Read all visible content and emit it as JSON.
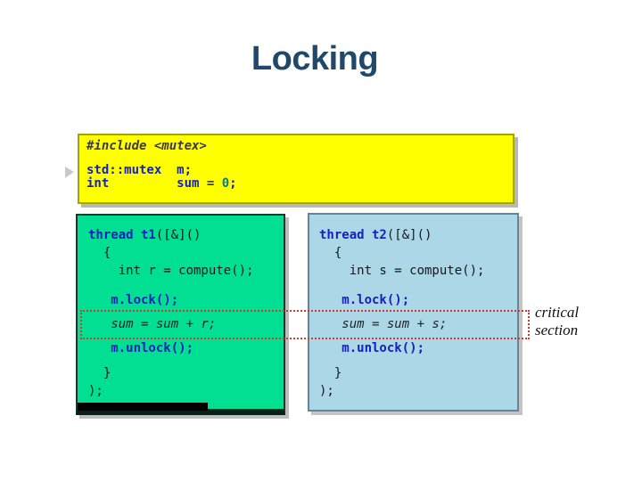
{
  "slide": {
    "title": "Locking"
  },
  "annotation": {
    "line1": "critical",
    "line2": "section"
  },
  "colors": {
    "title_text": "#1F486B",
    "globals_fill": "#FFFF00",
    "globals_border": "#A3A30A",
    "thread1_fill": "#00DF92",
    "thread1_border": "#0E3D2E",
    "thread2_fill": "#ABD7E6",
    "thread2_border": "#5E86A0",
    "keyword_blue": "#1520BE",
    "plain_code": "#16161E",
    "dotted_outline_red": "#D5392B",
    "annotation_text": "#101010"
  },
  "code_blocks": {
    "globals": {
      "lines": [
        [
          {
            "t": "#include <mutex>",
            "s": "inc"
          }
        ],
        [
          {
            "t": "std::mutex  m;",
            "s": "kw"
          }
        ],
        [
          {
            "t": "int         sum ",
            "s": "kw"
          },
          {
            "t": "= ",
            "s": "op"
          },
          {
            "t": "0",
            "s": "num"
          },
          {
            "t": ";",
            "s": "kw"
          }
        ]
      ]
    },
    "thread1": {
      "lines": [
        [
          {
            "t": "thread t1",
            "s": "kw"
          },
          {
            "t": "([&]()",
            "s": "plain"
          }
        ],
        [
          {
            "t": "  {",
            "s": "plain"
          }
        ],
        [
          {
            "t": "    int r = compute();",
            "s": "plain"
          }
        ],
        [
          {
            "t": "   m.lock();",
            "s": "kw"
          }
        ],
        [
          {
            "t": "   sum = sum + r;",
            "s": "stmt"
          }
        ],
        [
          {
            "t": "   m.unlock();",
            "s": "kw"
          }
        ],
        [
          {
            "t": "  }",
            "s": "plain"
          }
        ],
        [
          {
            "t": ");",
            "s": "plain"
          }
        ]
      ]
    },
    "thread2": {
      "lines": [
        [
          {
            "t": "thread t2",
            "s": "kw"
          },
          {
            "t": "([&]()",
            "s": "plain"
          }
        ],
        [
          {
            "t": "  {",
            "s": "plain"
          }
        ],
        [
          {
            "t": "    int s = compute();",
            "s": "plain"
          }
        ],
        [
          {
            "t": "   m.lock();",
            "s": "kw"
          }
        ],
        [
          {
            "t": "   sum = sum + s;",
            "s": "stmt"
          }
        ],
        [
          {
            "t": "   m.unlock();",
            "s": "kw"
          }
        ],
        [
          {
            "t": "  }",
            "s": "plain"
          }
        ],
        [
          {
            "t": ");",
            "s": "plain"
          }
        ]
      ]
    }
  }
}
